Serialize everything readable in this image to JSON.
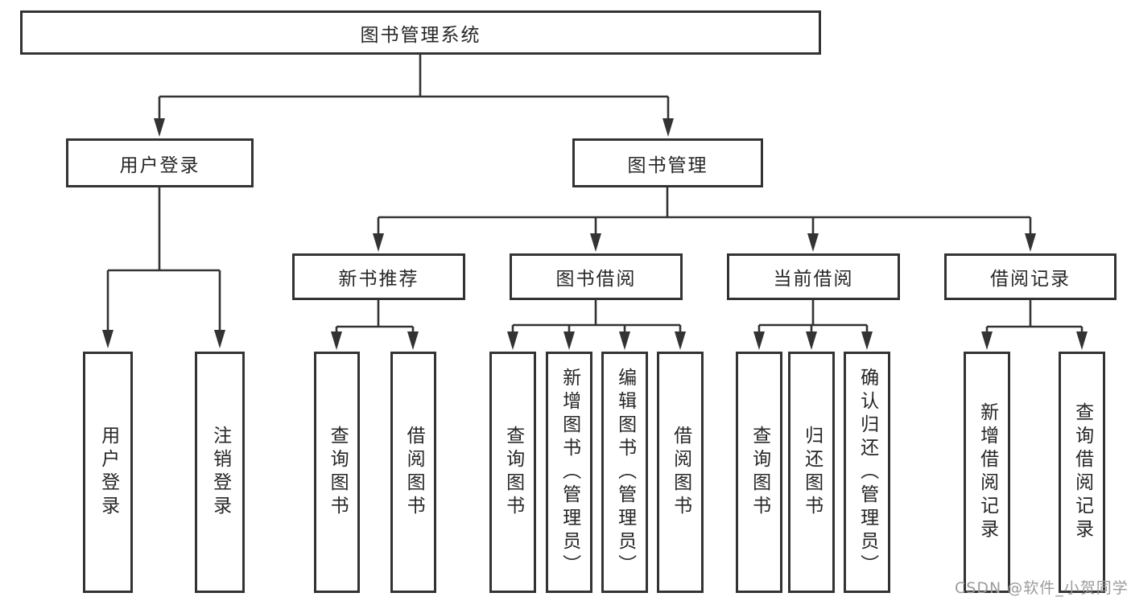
{
  "page": {
    "background": "#ffffff"
  },
  "colors": {
    "line": "#333333",
    "box_border": "#333333",
    "text": "#262626",
    "watermark": "#9c9c9c"
  },
  "watermark": {
    "text": "CSDN @软件_小贺同学"
  },
  "tree": {
    "root": "图书管理系统",
    "children": [
      {
        "label": "用户登录",
        "children": [
          "用户登录",
          "注销登录"
        ]
      },
      {
        "label": "图书管理",
        "children": [
          {
            "label": "新书推荐",
            "children": [
              "查询图书",
              "借阅图书"
            ]
          },
          {
            "label": "图书借阅",
            "children": [
              "查询图书",
              "新增图书（管理员）",
              "编辑图书（管理员）",
              "借阅图书"
            ]
          },
          {
            "label": "当前借阅",
            "children": [
              "查询图书",
              "归还图书",
              "确认归还（管理员）"
            ]
          },
          {
            "label": "借阅记录",
            "children": [
              "新增借阅记录",
              "查询借阅记录"
            ]
          }
        ]
      }
    ]
  }
}
